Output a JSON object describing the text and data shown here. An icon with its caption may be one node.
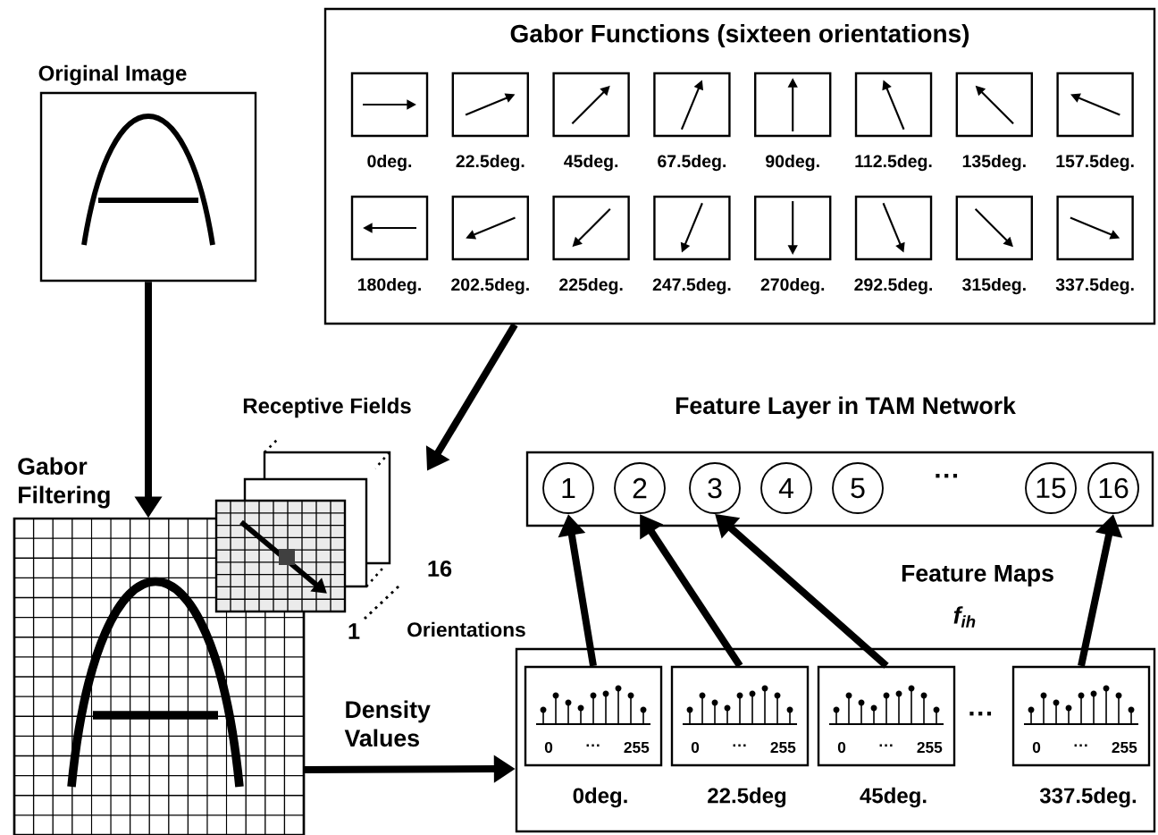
{
  "diagram": {
    "nodes": [
      {
        "text": [
          "Original Image"
        ]
      },
      {
        "text": [
          "Gabor Functions (sixteen orientations)"
        ]
      },
      {
        "text": [],
        "shape": "box",
        "in": 1,
        "beside": [
          "0deg."
        ]
      },
      {
        "text": [],
        "shape": "box",
        "in": 1,
        "beside": [
          "22.5deg."
        ]
      },
      {
        "text": [],
        "shape": "box",
        "in": 1,
        "beside": [
          "45deg."
        ]
      },
      {
        "text": [],
        "shape": "box",
        "in": 1,
        "beside": [
          "67.5deg."
        ]
      },
      {
        "text": [],
        "shape": "box",
        "in": 1,
        "beside": [
          "90deg."
        ]
      },
      {
        "text": [],
        "shape": "box",
        "in": 1,
        "beside": [
          "112.5deg."
        ]
      },
      {
        "text": [],
        "shape": "box",
        "in": 1,
        "beside": [
          "135deg."
        ]
      },
      {
        "text": [],
        "shape": "box",
        "in": 1,
        "beside": [
          "157.5deg."
        ]
      },
      {
        "text": [],
        "shape": "box",
        "in": 1,
        "beside": [
          "180deg."
        ]
      },
      {
        "text": [],
        "shape": "box",
        "in": 1,
        "beside": [
          "202.5deg."
        ]
      },
      {
        "text": [],
        "shape": "box",
        "in": 1,
        "beside": [
          "225deg."
        ]
      },
      {
        "text": [],
        "shape": "box",
        "in": 1,
        "beside": [
          "247.5deg."
        ]
      },
      {
        "text": [],
        "shape": "box",
        "in": 1,
        "beside": [
          "270deg."
        ]
      },
      {
        "text": [],
        "shape": "box",
        "in": 1,
        "beside": [
          "292.5deg."
        ]
      },
      {
        "text": [],
        "shape": "box",
        "in": 1,
        "beside": [
          "315deg."
        ]
      },
      {
        "text": [],
        "shape": "box",
        "in": 1,
        "beside": [
          "337.5deg."
        ]
      },
      {
        "text": [
          "Gabor Filtering"
        ]
      },
      {
        "text": [
          "Receptive Fields"
        ],
        "beside": [
          "16",
          "1",
          "Orientations"
        ]
      },
      {
        "text": [
          "Feature Layer in TAM Network"
        ]
      },
      {
        "text": [
          "1"
        ],
        "in": 20
      },
      {
        "text": [
          "2"
        ],
        "in": 20
      },
      {
        "text": [
          "3"
        ],
        "in": 20
      },
      {
        "text": [
          "4"
        ],
        "in": 20
      },
      {
        "text": [
          "5"
        ],
        "in": 20
      },
      {
        "text": [
          "15"
        ],
        "in": 20
      },
      {
        "text": [
          "16"
        ],
        "in": 20
      },
      {
        "text": [],
        "shape": "box"
      },
      {
        "text": [
          "0",
          "···",
          "255"
        ],
        "in": 28,
        "beside": [
          "0deg."
        ]
      },
      {
        "text": [
          "0",
          "···",
          "255"
        ],
        "in": 28,
        "beside": [
          "22.5deg"
        ]
      },
      {
        "text": [
          "0",
          "···",
          "255"
        ],
        "in": 28,
        "beside": [
          "45deg."
        ]
      },
      {
        "text": [
          "0",
          "···",
          "255"
        ],
        "in": 28,
        "beside": [
          "337.5deg."
        ]
      }
    ],
    "edges": [
      {
        "from": 0,
        "to": 18,
        "arrow": "to"
      },
      {
        "from": 1,
        "to": 19,
        "arrow": "to"
      },
      {
        "from": 18,
        "to": 28,
        "arrow": "to",
        "label": "Density Values"
      },
      {
        "from": 29,
        "to": 21,
        "arrow": "to"
      },
      {
        "from": 30,
        "to": 22,
        "arrow": "to"
      },
      {
        "from": 31,
        "to": 23,
        "arrow": "to"
      },
      {
        "from": 32,
        "to": 27,
        "arrow": "to"
      }
    ],
    "labels": [
      "···",
      "Feature Maps",
      "f$_{ih}$",
      "···"
    ]
  }
}
